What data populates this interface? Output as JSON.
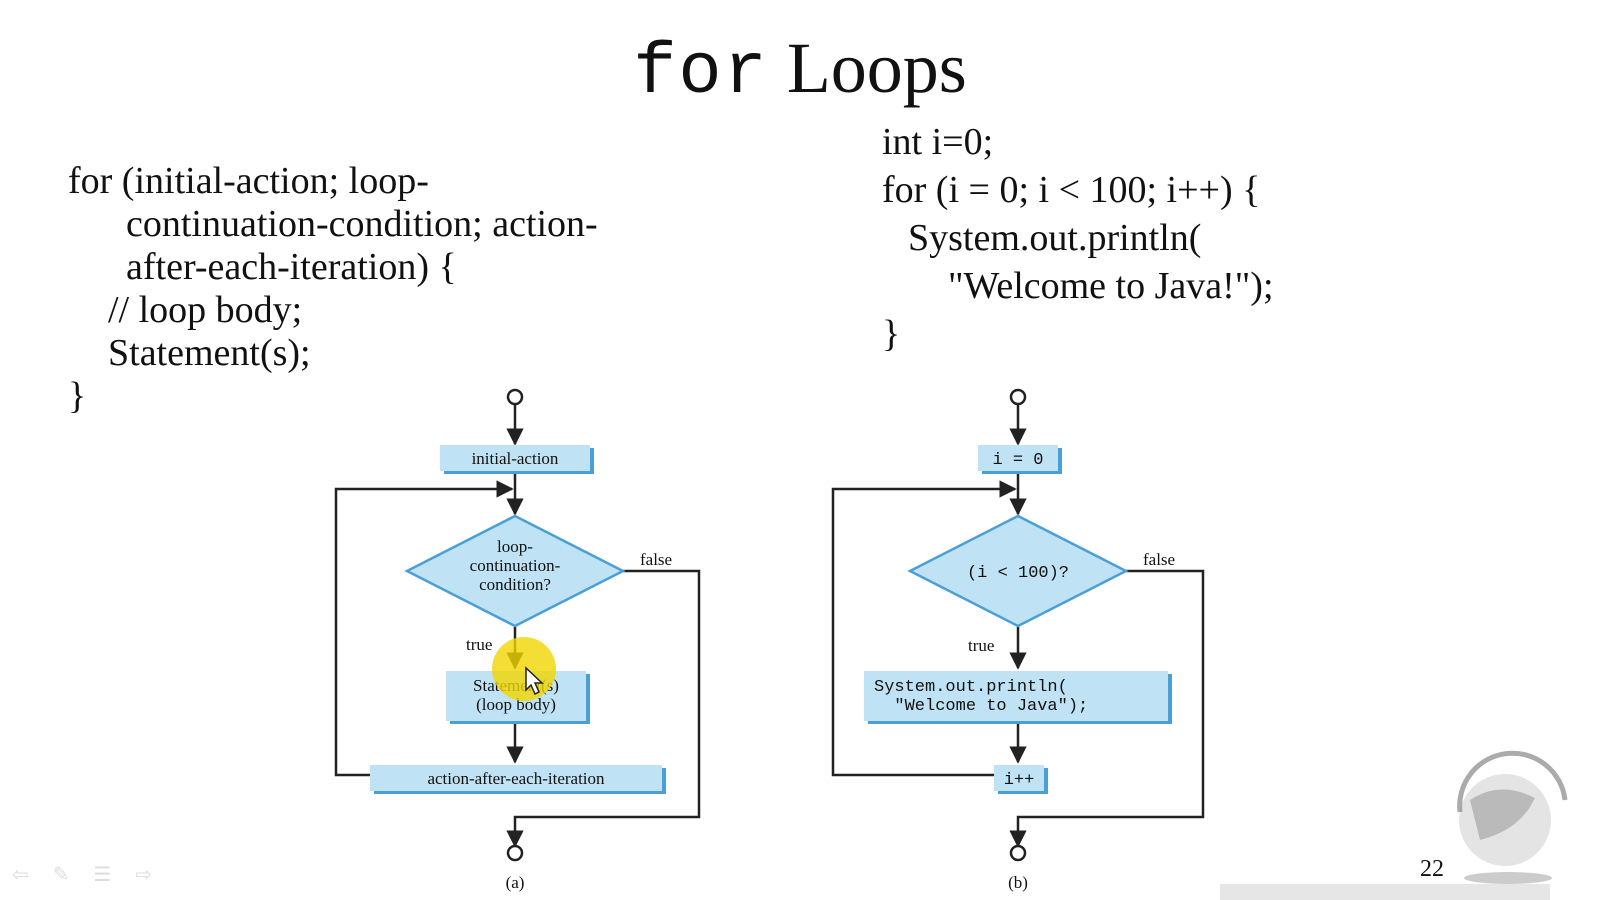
{
  "slide": {
    "title_code": "for",
    "title_text": "Loops",
    "page_number": "22"
  },
  "general_form": [
    "for (initial-action; loop-",
    "continuation-condition; action-",
    "after-each-iteration) {",
    "// loop body;",
    "Statement(s);",
    "}"
  ],
  "example_code": [
    "int i=0;",
    "for (i = 0; i < 100; i++) {",
    "System.out.println(",
    "\"Welcome to Java!\");",
    "}"
  ],
  "flowchart_a": {
    "init": "initial-action",
    "condition": [
      "loop-",
      "continuation-",
      "condition?"
    ],
    "body": [
      "Statement(s)",
      "(loop body)"
    ],
    "update": "action-after-each-iteration",
    "true_label": "true",
    "false_label": "false",
    "caption": "(a)"
  },
  "flowchart_b": {
    "init": "i = 0",
    "condition": "(i < 100)?",
    "body": [
      "System.out.println(",
      "  \"Welcome to Java\");"
    ],
    "update": "i++",
    "true_label": "true",
    "false_label": "false",
    "caption": "(b)"
  },
  "colors": {
    "box_fill": "#bfe3f5",
    "box_shadow": "#4a9fd6",
    "line": "#222222",
    "cursor_highlight": "#f2d600"
  },
  "icons": [
    "prev-arrow-icon",
    "pen-icon",
    "menu-icon",
    "next-arrow-icon",
    "globe-logo-icon",
    "mouse-cursor-icon"
  ]
}
